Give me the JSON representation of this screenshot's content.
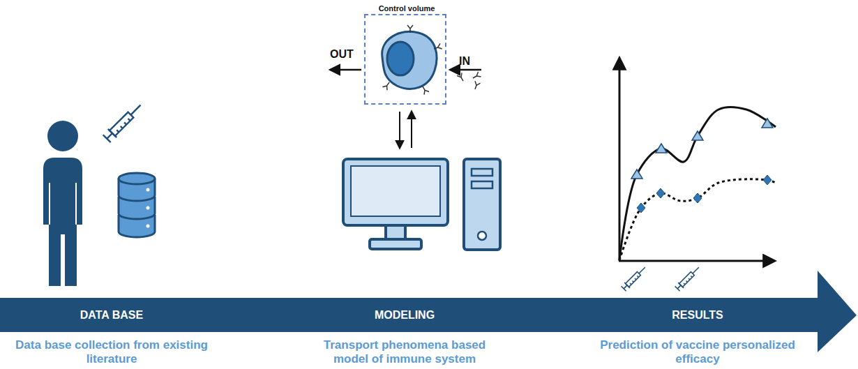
{
  "diagram": {
    "nodes": [
      {
        "text": [
          "Control volume"
        ]
      },
      {
        "text": [
          "DATA BASE",
          "MODELING",
          "RESULTS"
        ]
      }
    ],
    "labels": [
      "OUT",
      "IN",
      "Data base collection from existing literature",
      "Transport phenomena based model of immune system",
      "Prediction of vaccine personalized efficacy"
    ]
  }
}
